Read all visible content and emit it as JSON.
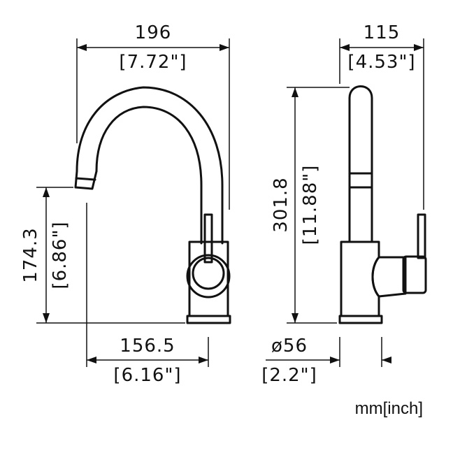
{
  "colors": {
    "ink": "#111111",
    "background": "#ffffff"
  },
  "front_view": {
    "width_mm": "196",
    "width_inch": "[7.72\"]",
    "height_mm": "174.3",
    "height_inch": "[6.86\"]",
    "reach_mm": "156.5",
    "reach_inch": "[6.16\"]"
  },
  "side_view": {
    "width_mm": "115",
    "width_inch": "[4.53\"]",
    "height_mm": "301.8",
    "height_inch": "[11.88\"]",
    "base_mm": "ø56",
    "base_inch": "[2.2\"]"
  },
  "units_label": "mm[inch]"
}
